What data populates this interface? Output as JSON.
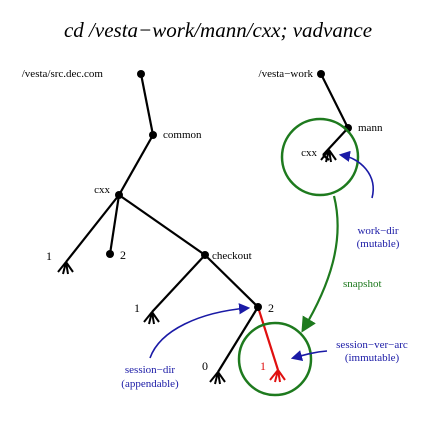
{
  "title": "cd /vesta−work/mann/cxx; vadvance",
  "left_tree": {
    "root": "/vesta/src.dec.com",
    "common": "common",
    "cxx": "cxx",
    "leaf_1": "1",
    "leaf_2": "2",
    "checkout": "checkout",
    "co_1": "1",
    "co_2": "2",
    "co_0": "0",
    "red_1": "1"
  },
  "right_tree": {
    "root": "/vesta−work",
    "mann": "mann",
    "cxx": "cxx"
  },
  "annotations": {
    "work_dir_line1": "work−dir",
    "work_dir_line2": "(mutable)",
    "snapshot": "snapshot",
    "session_ver_line1": "session−ver−arc",
    "session_ver_line2": "(immutable)",
    "session_dir_line1": "session−dir",
    "session_dir_line2": "(appendable)"
  },
  "colors": {
    "edge": "#000000",
    "new_arc": "#e01010",
    "circle": "#1e7a1e",
    "blue_arrow": "#1a1aa6"
  }
}
